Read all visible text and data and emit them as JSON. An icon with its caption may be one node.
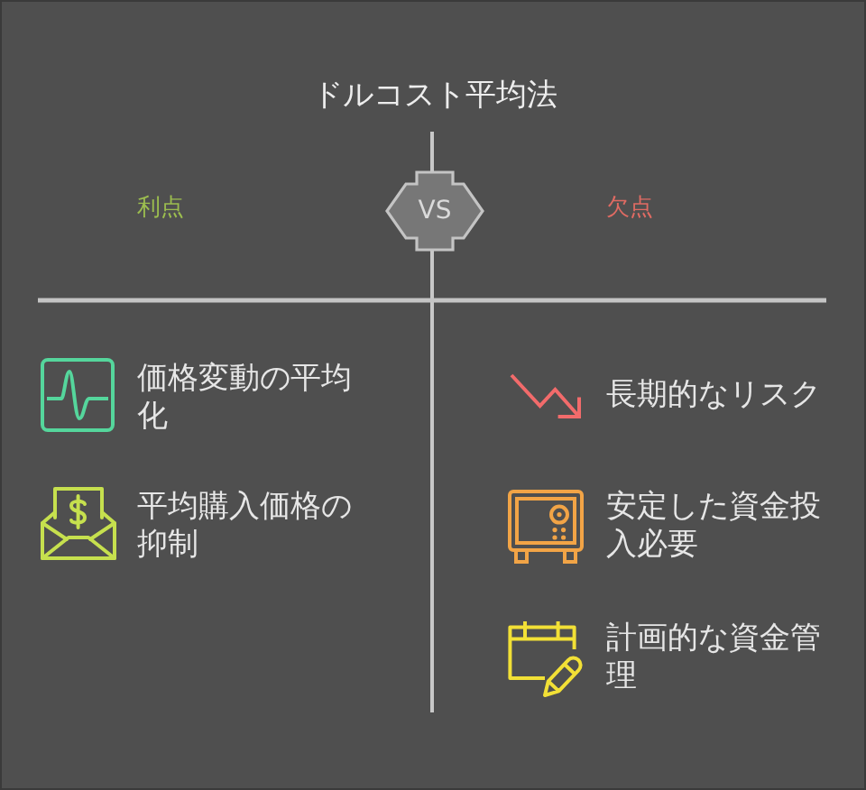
{
  "diagram": {
    "title": "ドルコスト平均法",
    "nodes": [
      {
        "text": [
          "VS"
        ]
      }
    ],
    "labels": [
      "利点",
      "価格変動の平均化",
      "平均購入価格の抑制",
      "欠点",
      "長期的なリスク",
      "安定した資金投入必要",
      "計画的な資金管理"
    ]
  }
}
